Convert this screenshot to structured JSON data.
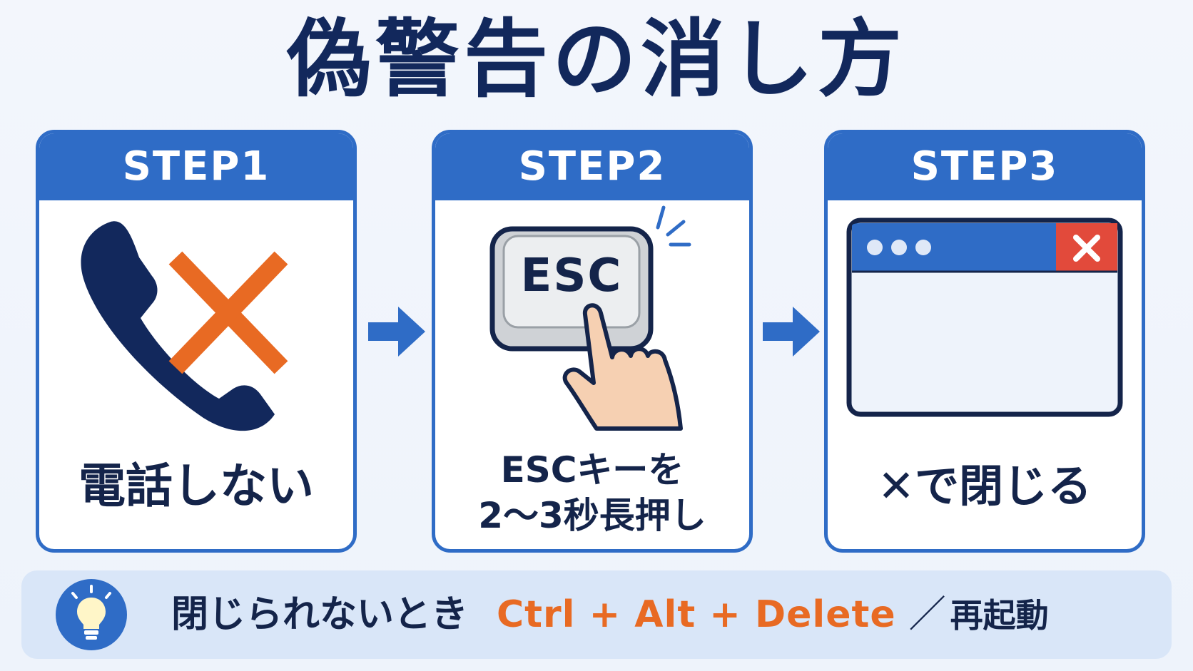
{
  "title": "偽警告の消し方",
  "steps": [
    {
      "header": "STEP1",
      "label": "電話しない",
      "icon": "phone-cross-icon"
    },
    {
      "header": "STEP2",
      "label_line1": "ESCキーを",
      "label_line2": "2〜3秒長押し",
      "key_text": "ESC",
      "icon": "esc-key-press-icon"
    },
    {
      "header": "STEP3",
      "label": "✕で閉じる",
      "icon": "browser-window-close-icon"
    }
  ],
  "tip": {
    "icon": "lightbulb-icon",
    "text": "閉じられないとき",
    "keys": "Ctrl + Alt + Delete",
    "separator": "／",
    "alternative": "再起動"
  },
  "colors": {
    "navy": "#12285c",
    "blue": "#2f6cc6",
    "orange": "#e86a23",
    "red": "#e24a3b",
    "tip_bg": "#d9e6f8"
  }
}
